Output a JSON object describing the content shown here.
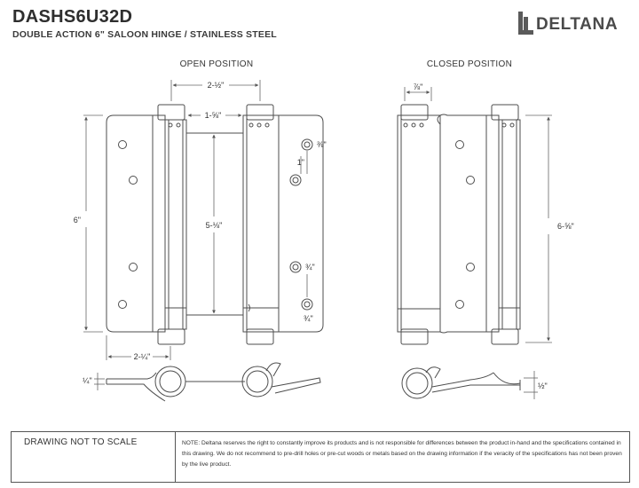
{
  "header": {
    "model": "DASHS6U32D",
    "description": "DOUBLE ACTION 6\" SALOON HINGE / STAINLESS STEEL",
    "brand": "DELTANA"
  },
  "views": {
    "open_title": "OPEN POSITION",
    "closed_title": "CLOSED POSITION"
  },
  "dimensions": {
    "open_barrel_spacing": "2-½\"",
    "open_gap": "1-⅝\"",
    "open_height": "6\"",
    "open_leaf_inner": "5-⅛\"",
    "hole_edge_top": "⅜\"",
    "hole_spacing": "1\"",
    "hole_edge_mid": "¾\"",
    "hole_edge_bottom": "¾\"",
    "open_width": "2-¼\"",
    "closed_barrel": "⅞\"",
    "closed_height": "6-⅝\"",
    "open_plan_thickness": "¼\"",
    "closed_plan_thickness": "½\""
  },
  "footer": {
    "scale_note": "DRAWING NOT TO SCALE",
    "note": "NOTE: Deltana reserves the right to constantly improve its products and is not responsible for differences between the product in-hand and the specifications contained in this drawing. We do not recommend to pre-drill holes or pre-cut woods or metals based on the drawing information if the veracity of the specifications has not been proven by the live product."
  },
  "colors": {
    "line": "#4d4d4d",
    "dim": "#666666",
    "text": "#2b2b2b"
  }
}
